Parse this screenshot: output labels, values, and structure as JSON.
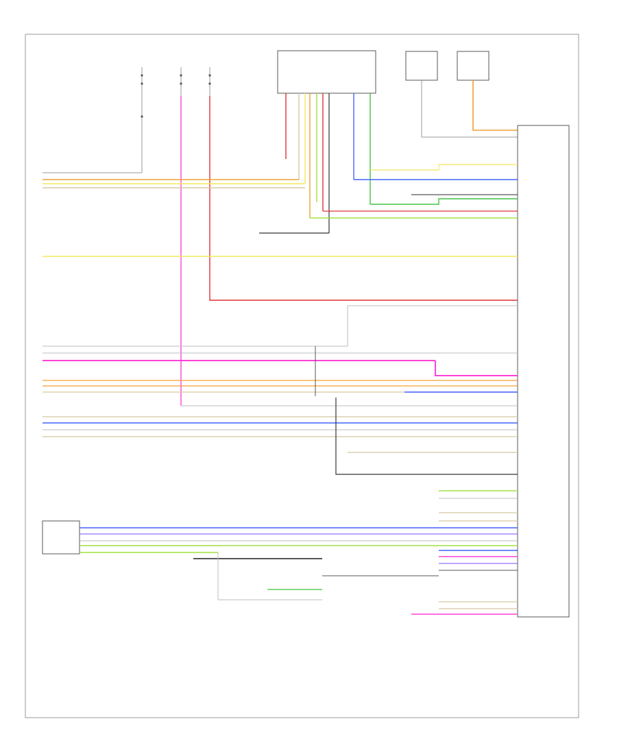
{
  "diagram": {
    "footer_code": "",
    "module_name": "",
    "module_pins": [],
    "wire_colors": {
      "gray": "#bdbdbd",
      "black": "#333333",
      "yellow": "#f2e85a",
      "orange": "#f0a030",
      "tan": "#d8c8a0",
      "pink": "#ff40d8",
      "red": "#e03030",
      "blue": "#4060ff",
      "green": "#40c040",
      "light_green": "#a0e040",
      "violet": "#9070ff"
    },
    "component_blocks": [
      "top-left-fuse-1",
      "top-left-fuse-2",
      "top-left-fuse-3",
      "center-connector-block",
      "right-top-component-1",
      "right-top-component-2",
      "bottom-left-component",
      "right-module"
    ]
  }
}
